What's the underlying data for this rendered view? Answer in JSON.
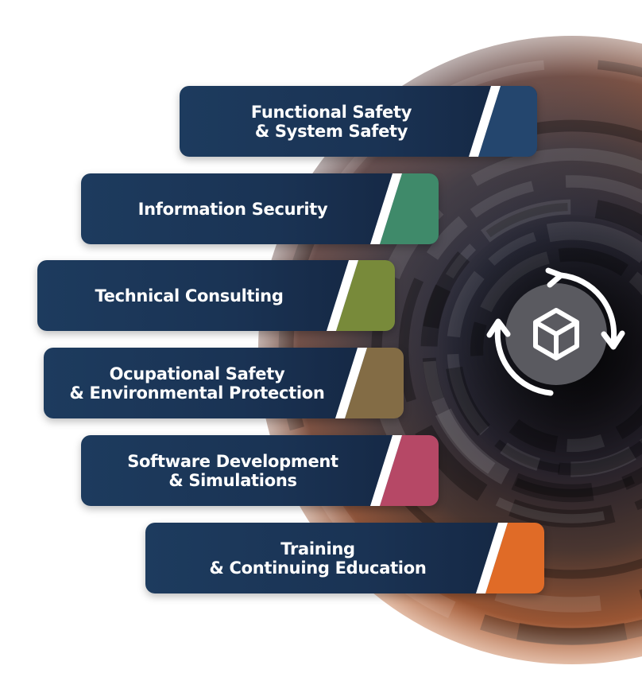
{
  "services": [
    {
      "label": "Functional Safety\n& System Safety",
      "accent": "#24466e"
    },
    {
      "label": "Information Security",
      "accent": "#3f8a6a"
    },
    {
      "label": "Technical Consulting",
      "accent": "#788a3a"
    },
    {
      "label": "Ocupational Safety\n& Environmental Protection",
      "accent": "#836c45"
    },
    {
      "label": "Software Development\n& Simulations",
      "accent": "#b64866"
    },
    {
      "label": "Training\n& Continuing Education",
      "accent": "#e06b27"
    }
  ],
  "icon": {
    "name": "cycle-box-icon"
  },
  "colors": {
    "pill_base": "#1d3b5e",
    "ring_dark": "#1a1a22",
    "ring_copper": "#b8643a"
  }
}
